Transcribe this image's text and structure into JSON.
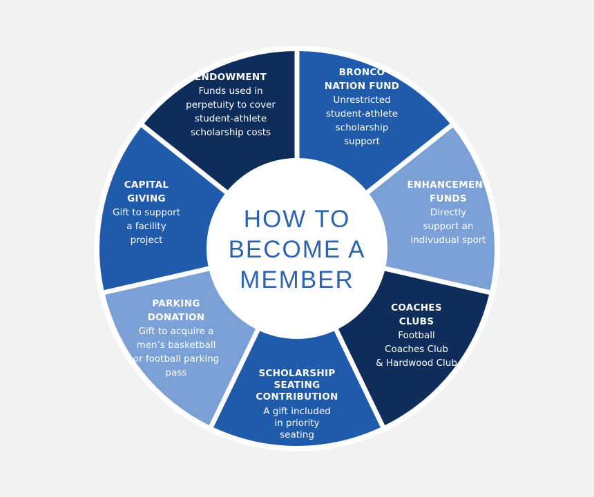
{
  "center": {
    "line1": "HOW TO",
    "line2": "BECOME A",
    "line3": "MEMBER",
    "color": "#2d64b0"
  },
  "colors": {
    "background": "#f1f2f4",
    "wheel_gap": "#ffffff",
    "dark_navy": "#0f2d5a",
    "medium_blue": "#1f5aab",
    "light_blue": "#7aa0d5",
    "text_light": "#ffffff"
  },
  "segments": [
    {
      "id": "endowment",
      "title_lines": [
        "ENDOWMENT"
      ],
      "desc_lines": [
        "Funds used in",
        "perpetuity to cover",
        "student-athlete",
        "scholarship costs"
      ],
      "color": "#0f2d5a"
    },
    {
      "id": "bronco-nation-fund",
      "title_lines": [
        "BRONCO",
        "NATION FUND"
      ],
      "desc_lines": [
        "Unrestricted",
        "student-athlete",
        "scholarship",
        "support"
      ],
      "color": "#1f5aab"
    },
    {
      "id": "enhancement-funds",
      "title_lines": [
        "ENHANCEMENT",
        "FUNDS"
      ],
      "desc_lines": [
        "Directly",
        "support an",
        "indivudual sport"
      ],
      "color": "#7aa0d5"
    },
    {
      "id": "coaches-clubs",
      "title_lines": [
        "COACHES",
        "CLUBS"
      ],
      "desc_lines": [
        "Football",
        "Coaches Club",
        "& Hardwood Club"
      ],
      "color": "#0f2d5a"
    },
    {
      "id": "scholarship-seating",
      "title_lines": [
        "SCHOLARSHIP",
        "SEATING",
        "CONTRIBUTION"
      ],
      "desc_lines": [
        "A gift included",
        "in priority",
        "seating"
      ],
      "color": "#1f5aab"
    },
    {
      "id": "parking-donation",
      "title_lines": [
        "PARKING",
        "DONATION"
      ],
      "desc_lines": [
        "Gift to acquire a",
        "men’s basketball",
        "or football parking",
        "pass"
      ],
      "color": "#7aa0d5"
    },
    {
      "id": "capital-giving",
      "title_lines": [
        "CAPITAL",
        "GIVING"
      ],
      "desc_lines": [
        "Gift to support",
        "a facility",
        "project"
      ],
      "color": "#1f5aab"
    }
  ]
}
